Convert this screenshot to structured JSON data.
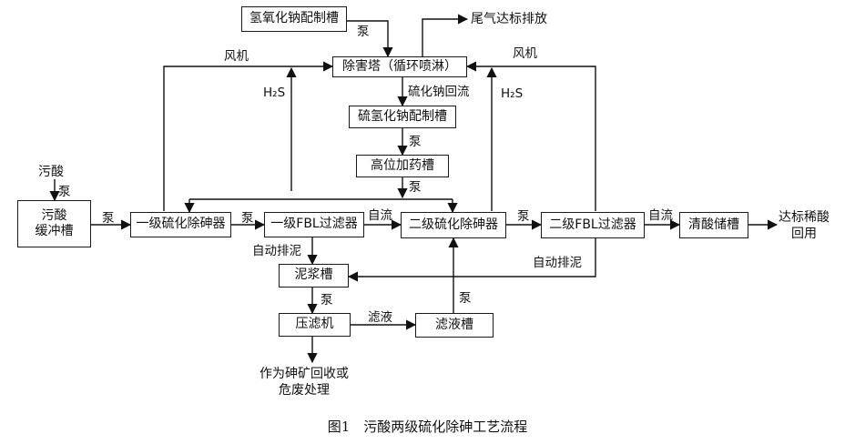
{
  "boxes": {
    "naoh_tank": "氢氧化钠配制槽",
    "scrubber": "除害塔（循环喷淋）",
    "nahs_tank": "硫氢化钠配制槽",
    "high_tank": "高位加药槽",
    "buffer_tank": "污酸\n缓冲槽",
    "reactor1": "一级硫化除砷器",
    "filter1": "一级FBL过滤器",
    "reactor2": "二级硫化除砷器",
    "filter2": "二级FBL过滤器",
    "clean_tank": "清酸储槽",
    "slurry_tank": "泥浆槽",
    "filter_press": "压滤机",
    "filtrate_tank": "滤液槽"
  },
  "texts": {
    "exhaust": "尾气达标排放",
    "dirty_acid_in": "污酸",
    "reuse": "达标稀酸\n回用",
    "arsenic_disposal": "作为砷矿回收或\n危废处理"
  },
  "labels": {
    "pump": "泵",
    "fan": "风机",
    "h2s": "H₂S",
    "gravity": "自流",
    "nahs_return": "硫化钠回流",
    "auto_sludge": "自动排泥",
    "filtrate": "滤液"
  },
  "caption": "图1　污酸两级硫化除砷工艺流程"
}
